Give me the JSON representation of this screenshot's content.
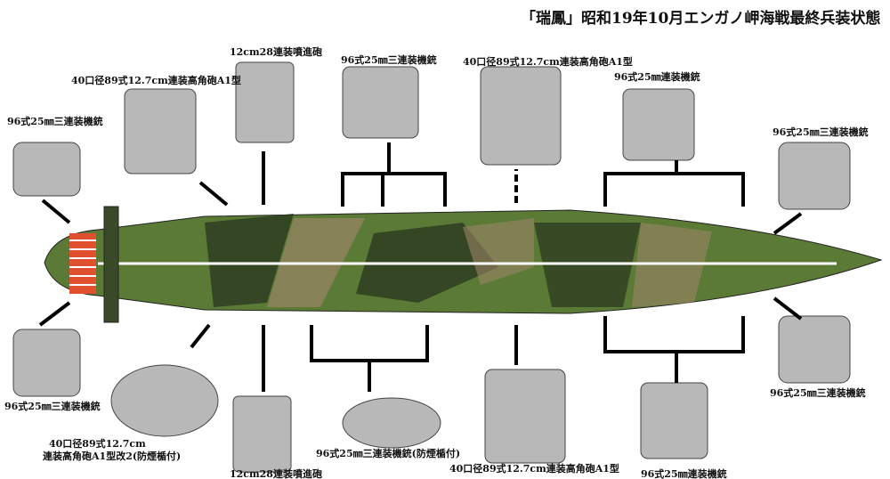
{
  "title": "「瑞鳳」昭和19年10月エンガノ岬海戦最終兵装状態",
  "labels": {
    "rocket_top": "12cm28連装噴進砲",
    "ha_top_left": "40口径89式12.7cm連装高角砲A1型",
    "mg_top_center": "96式25㎜三連装機銃",
    "ha_top_right": "40口径89式12.7cm連装高角砲A1型",
    "mg_top_right": "96式25㎜連装機銃",
    "mg_left_upper": "96式25㎜三連装機銃",
    "mg_right_upper": "96式25㎜三連装機銃",
    "mg_left_lower": "96式25㎜三連装機銃",
    "mg_right_lower": "96式25㎜三連装機銃",
    "ha_bottom_left_1": "40口径89式12.7cm",
    "ha_bottom_left_2": "連装高角砲A1型改2(防煙楯付)",
    "rocket_bottom": "12cm28連装噴進砲",
    "mg_bottom_center": "96式25㎜三連装機銃(防煙楯付)",
    "ha_bottom_right": "40口径89式12.7cm連装高角砲A1型",
    "mg_bottom_right": "96式25㎜連装機銃"
  },
  "colors": {
    "hull": "#5a7a35",
    "camo_dark": "#2f3d22",
    "camo_tan": "#9a8468",
    "stripe": "#e0502e"
  }
}
